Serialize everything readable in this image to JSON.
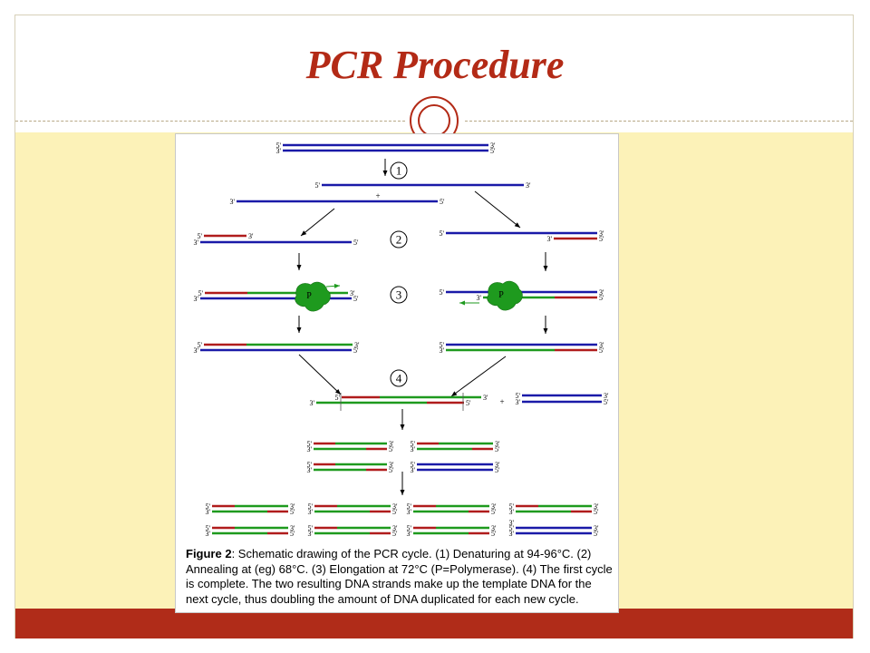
{
  "slide": {
    "title": "PCR Procedure"
  },
  "figure": {
    "ends": {
      "five": "5'",
      "three": "3'"
    },
    "plus": "+",
    "polymerase_label": "P",
    "steps": [
      "1",
      "2",
      "3",
      "4"
    ],
    "caption_label": "Figure 2",
    "caption_text": ": Schematic drawing of the PCR cycle. (1) Denaturing at 94-96°C. (2) Annealing at (eg) 68°C. (3) Elongation at 72°C (P=Polymerase). (4) The first cycle is complete. The two resulting DNA strands make up the template DNA for the next cycle, thus doubling the amount of DNA duplicated for each new cycle."
  },
  "colors": {
    "template": "#1a1aa8",
    "primer": "#b01c1c",
    "new_strand": "#1e9a1e",
    "title": "#b32a16",
    "accent_bar": "#b02c19",
    "background": "#fcf2b8"
  }
}
